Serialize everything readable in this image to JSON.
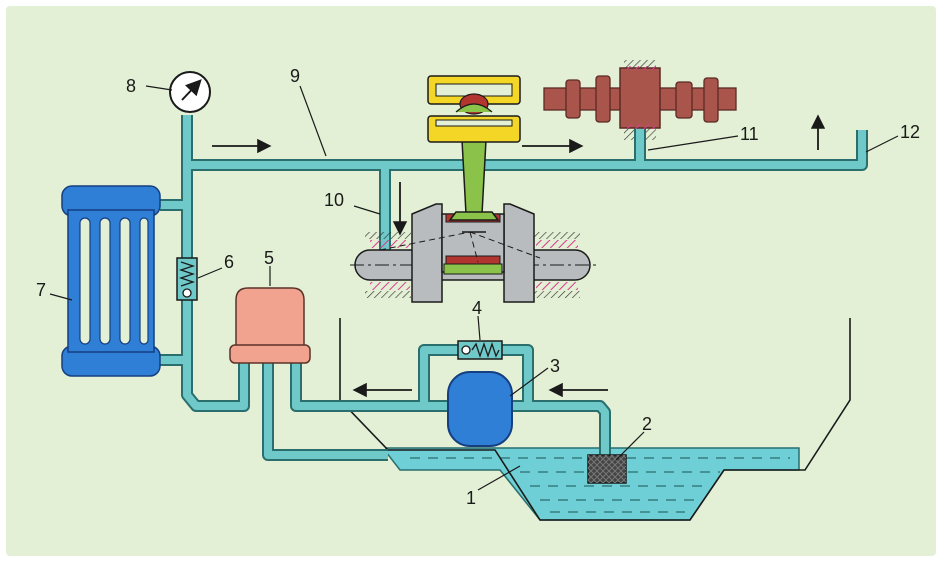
{
  "diagram": {
    "colors": {
      "background": "#e3f0d5",
      "pipe": "#6fc9c9",
      "pipe_outline": "#2a6e6e",
      "radiator": "#2f7fd6",
      "radiator_outline": "#153f80",
      "filter": "#f2a38f",
      "filter_outline": "#5a3328",
      "pump": "#2f7fd6",
      "oil": "#6fcfd6",
      "oil_dash": "#2a6e6e",
      "strainer": "#3a3a3a",
      "piston_yellow": "#f3d626",
      "bearing_red": "#b2352f",
      "camshaft": "#a9554b",
      "rod": "#8bc34a",
      "crank_gray": "#b9bcbf",
      "hatch": "#d83b8c",
      "ink": "#1a1a1a"
    },
    "labels": [
      {
        "id": "oil-sump",
        "text": "1"
      },
      {
        "id": "oil-strainer",
        "text": "2"
      },
      {
        "id": "oil-pump",
        "text": "3"
      },
      {
        "id": "pressure-relief-valve",
        "text": "4"
      },
      {
        "id": "oil-filter",
        "text": "5"
      },
      {
        "id": "bypass-valve",
        "text": "6"
      },
      {
        "id": "oil-cooler",
        "text": "7"
      },
      {
        "id": "pressure-gauge",
        "text": "8"
      },
      {
        "id": "main-oil-gallery",
        "text": "9"
      },
      {
        "id": "crankshaft-feed",
        "text": "10"
      },
      {
        "id": "camshaft-feed",
        "text": "11"
      },
      {
        "id": "outlet-pipe",
        "text": "12"
      }
    ]
  }
}
